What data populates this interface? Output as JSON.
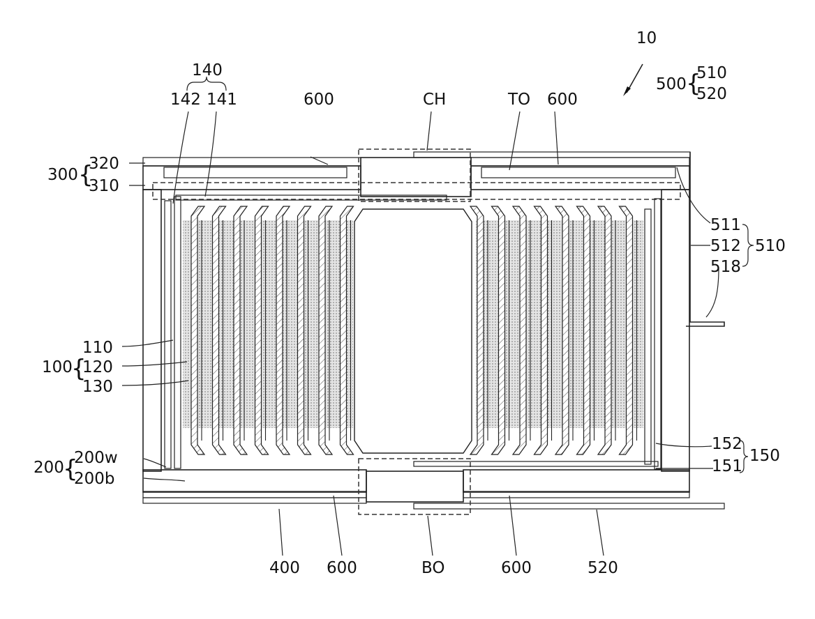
{
  "labels": {
    "ref_10": "10",
    "ref_500": "500",
    "ref_510": "510",
    "ref_520": "520",
    "ref_140": "140",
    "ref_142": "142",
    "ref_141": "141",
    "ref_600_a": "600",
    "ref_ch": "CH",
    "ref_to": "TO",
    "ref_600_b": "600",
    "ref_300": "300",
    "ref_320": "320",
    "ref_310": "310",
    "ref_511": "511",
    "ref_512": "512",
    "ref_518": "518",
    "ref_510_b": "510",
    "ref_100": "100",
    "ref_110": "110",
    "ref_120": "120",
    "ref_130": "130",
    "ref_200": "200",
    "ref_200w": "200w",
    "ref_200b": "200b",
    "ref_152": "152",
    "ref_151": "151",
    "ref_150": "150",
    "ref_400": "400",
    "ref_600_c": "600",
    "ref_bo": "BO",
    "ref_600_d": "600",
    "ref_520_b": "520"
  }
}
